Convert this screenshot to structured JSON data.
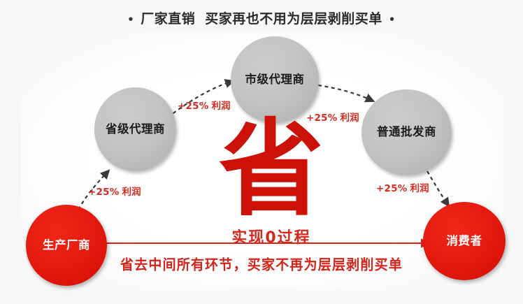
{
  "page": {
    "background_color": "#f7f7f7",
    "accent_red": "#d2241a",
    "deep_red": "#cc1208",
    "node_gray": "#c4c4c4"
  },
  "header": {
    "left_bullet": "•",
    "text_left": "厂家直销",
    "text_right": "买家再也不用为层层剥削买单",
    "right_bullet": "•"
  },
  "nodes": [
    {
      "id": "maker",
      "label": "生产厂商",
      "color": "red",
      "role": "manufacturer"
    },
    {
      "id": "province",
      "label": "省级代理商",
      "color": "gray",
      "role": "provincial-agent"
    },
    {
      "id": "city",
      "label": "市级代理商",
      "color": "gray",
      "role": "city-agent"
    },
    {
      "id": "wholesale",
      "label": "普通批发商",
      "color": "gray",
      "role": "wholesaler"
    },
    {
      "id": "consumer",
      "label": "消费者",
      "color": "red",
      "role": "consumer"
    }
  ],
  "profit_labels": [
    {
      "id": "p1",
      "percent": "+25%",
      "word": "利润",
      "from": "maker",
      "to": "province"
    },
    {
      "id": "p2",
      "percent": "+25%",
      "word": "利润",
      "from": "province",
      "to": "city"
    },
    {
      "id": "p3",
      "percent": "+25%",
      "word": "利润",
      "from": "city",
      "to": "wholesale"
    },
    {
      "id": "p4",
      "percent": "+25%",
      "word": "利润",
      "from": "wholesale",
      "to": "consumer"
    }
  ],
  "center": {
    "big_character": "省",
    "caption": "实现0过程"
  },
  "tagline": "省去中间所有环节，买家不再为层层剥削买单",
  "direct_arrow": {
    "from": "maker",
    "to": "consumer",
    "style": "solid-red-arrow"
  }
}
